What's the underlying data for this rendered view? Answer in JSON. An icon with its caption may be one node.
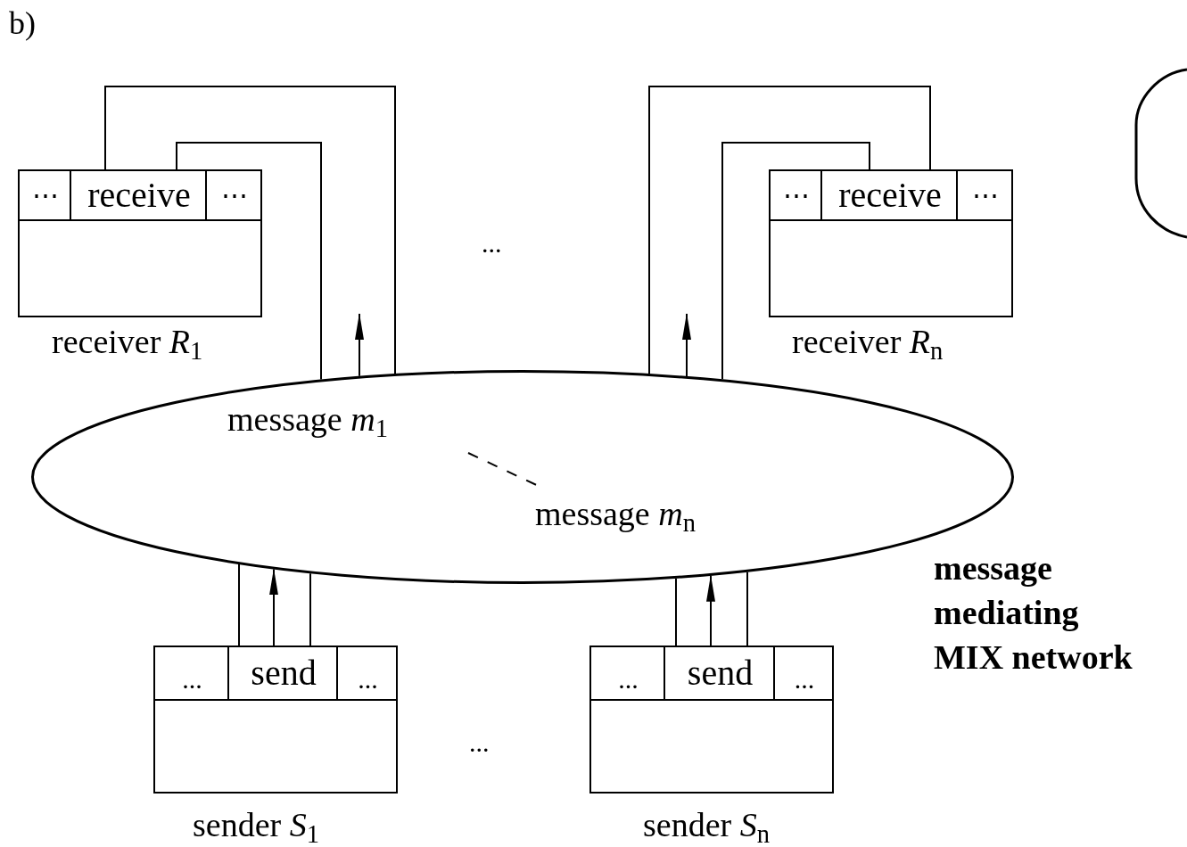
{
  "diagram": {
    "nodes": [
      {
        "text": [
          "receiver *R*$_{1}$"
        ]
      },
      {
        "text": [
          "⋯"
        ],
        "in": 0
      },
      {
        "text": [
          "receive"
        ],
        "in": 0
      },
      {
        "text": [
          "⋯"
        ],
        "in": 0
      },
      {
        "text": [
          "receiver *R*$_{n}$"
        ]
      },
      {
        "text": [
          "⋯"
        ],
        "in": 4
      },
      {
        "text": [
          "receive"
        ],
        "in": 4
      },
      {
        "text": [
          "⋯"
        ],
        "in": 4
      },
      {
        "text": [
          "message *m*$_{1}$",
          "message *m*$_{n}$"
        ],
        "beside": [
          "message mediating MIX network"
        ]
      },
      {
        "text": [
          "sender *S*$_{1}$"
        ]
      },
      {
        "text": [
          "..."
        ],
        "in": 9
      },
      {
        "text": [
          "send"
        ],
        "in": 9
      },
      {
        "text": [
          "..."
        ],
        "in": 9
      },
      {
        "text": [
          "sender *S*$_{n}$"
        ]
      },
      {
        "text": [
          "..."
        ],
        "in": 13
      },
      {
        "text": [
          "send"
        ],
        "in": 13
      },
      {
        "text": [
          "..."
        ],
        "in": 13
      }
    ],
    "edges": [
      {
        "from": 8,
        "to": 2,
        "arrow": "none"
      },
      {
        "from": 8,
        "to": 2,
        "arrow": "none"
      },
      {
        "from": 8,
        "to": null,
        "arrow": "to"
      },
      {
        "from": 8,
        "to": 6,
        "arrow": "none"
      },
      {
        "from": 8,
        "to": 6,
        "arrow": "none"
      },
      {
        "from": 8,
        "to": null,
        "arrow": "to"
      },
      {
        "from": 11,
        "to": 8,
        "arrow": "none"
      },
      {
        "from": 11,
        "to": 8,
        "arrow": "none"
      },
      {
        "from": 11,
        "to": 8,
        "arrow": "to"
      },
      {
        "from": 15,
        "to": 8,
        "arrow": "none"
      },
      {
        "from": 15,
        "to": 8,
        "arrow": "none"
      },
      {
        "from": 15,
        "to": 8,
        "arrow": "to"
      }
    ],
    "labels": [
      "b)",
      "...",
      "..."
    ]
  }
}
